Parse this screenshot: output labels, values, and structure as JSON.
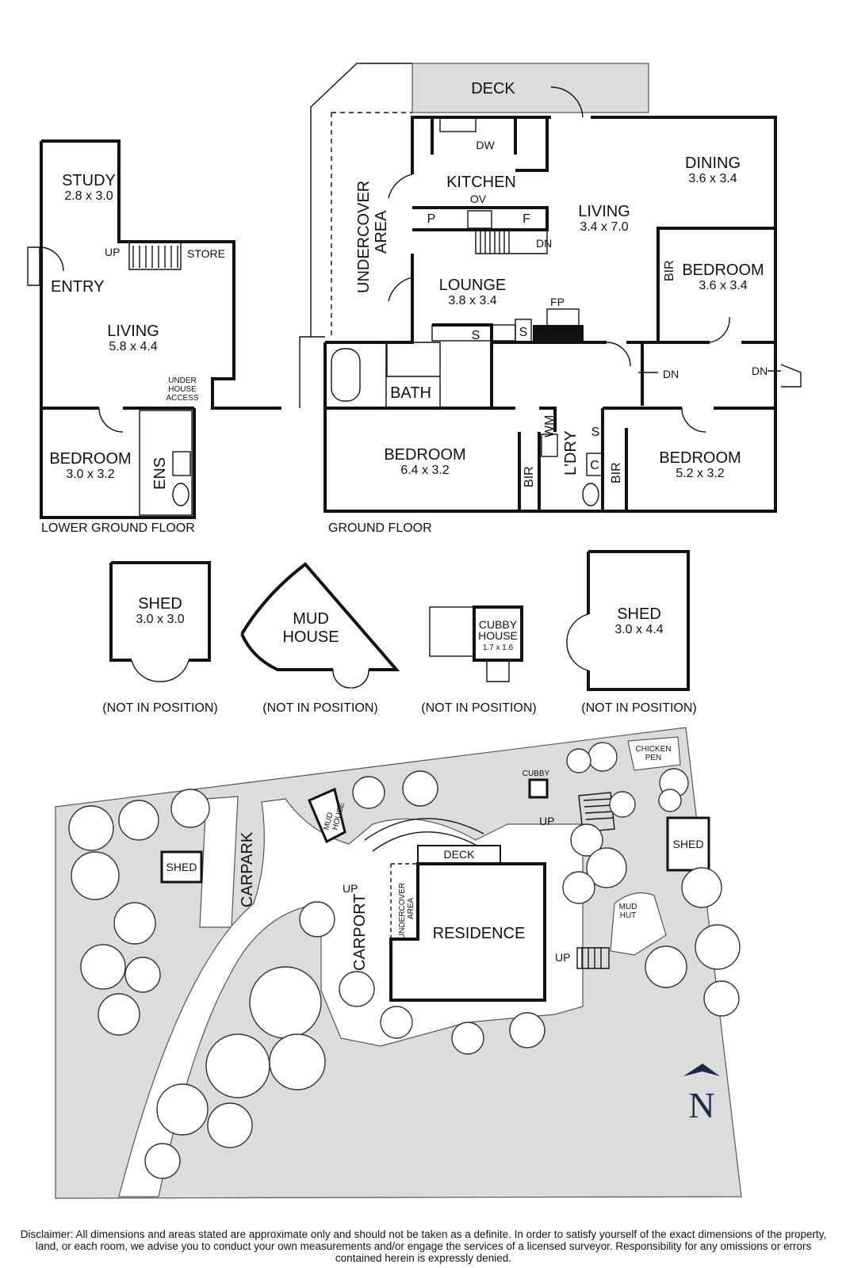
{
  "lower_ground": {
    "caption": "LOWER GROUND FLOOR",
    "study": {
      "name": "STUDY",
      "dim": "2.8 x 3.0"
    },
    "entry": "ENTRY",
    "up": "UP",
    "store": "STORE",
    "living": {
      "name": "LIVING",
      "dim": "5.8 x 4.4"
    },
    "under_house": [
      "UNDER",
      "HOUSE",
      "ACCESS"
    ],
    "bedroom": {
      "name": "BEDROOM",
      "dim": "3.0 x 3.2"
    },
    "ens": "ENS"
  },
  "ground": {
    "caption": "GROUND FLOOR",
    "deck": "DECK",
    "dw": "DW",
    "kitchen": "KITCHEN",
    "ov": "OV",
    "p": "P",
    "f": "F",
    "dn_stairs": "DN",
    "undercover": [
      "UNDERCOVER",
      "AREA"
    ],
    "living": {
      "name": "LIVING",
      "dim": "3.4 x 7.0"
    },
    "dining": {
      "name": "DINING",
      "dim": "3.6 x 3.4"
    },
    "bir1": "BIR",
    "bedroom_ne": {
      "name": "BEDROOM",
      "dim": "3.6 x 3.4"
    },
    "lounge": {
      "name": "LOUNGE",
      "dim": "3.8 x 3.4"
    },
    "fp": "FP",
    "s1": "S",
    "s2": "S",
    "bath": "BATH",
    "dn_hall": "DN",
    "dn_east": "DN",
    "bedroom_sw": {
      "name": "BEDROOM",
      "dim": "6.4 x 3.2"
    },
    "bir2": "BIR",
    "wm": "WM",
    "ldry": "L'DRY",
    "s3": "S",
    "c": "C",
    "bir3": "BIR",
    "bedroom_se": {
      "name": "BEDROOM",
      "dim": "5.2 x 3.2"
    }
  },
  "outbuildings": [
    {
      "name": "SHED",
      "dim": "3.0 x 3.0",
      "note": "(NOT IN POSITION)"
    },
    {
      "name": "MUD",
      "name2": "HOUSE",
      "note": "(NOT IN POSITION)"
    },
    {
      "name": "CUBBY",
      "name2": "HOUSE",
      "dim": "1.7 x 1.6",
      "note": "(NOT IN POSITION)"
    },
    {
      "name": "SHED",
      "dim": "3.0 x 4.4",
      "note": "(NOT IN POSITION)"
    }
  ],
  "site": {
    "shed_west": "SHED",
    "carpark": "CARPARK",
    "mud_house": [
      "MUD",
      "HOUSE"
    ],
    "cubby": "CUBBY",
    "chicken_pen": [
      "CHICKEN",
      "PEN"
    ],
    "shed_east": "SHED",
    "up_north": "UP",
    "deck": "DECK",
    "up_west": "UP",
    "carport": "CARPORT",
    "undercover": [
      "UNDERCOVER",
      "AREA"
    ],
    "residence": "RESIDENCE",
    "mud_hut": [
      "MUD",
      "HUT"
    ],
    "up_east": "UP",
    "north": "N"
  },
  "disclaimer": "Disclaimer: All dimensions and areas stated are approximate only and should not be taken as a definite. In order to satisfy yourself of the exact dimensions of the property, land, or each room, we advise you to conduct your own measurements and/or engage the services of a licensed surveyor. Responsibility for any omissions or errors contained herein is expressly denied.",
  "colors": {
    "wall": "#111111",
    "ground": "#dcdcdc",
    "north_arrow": "#1b2a4a"
  }
}
